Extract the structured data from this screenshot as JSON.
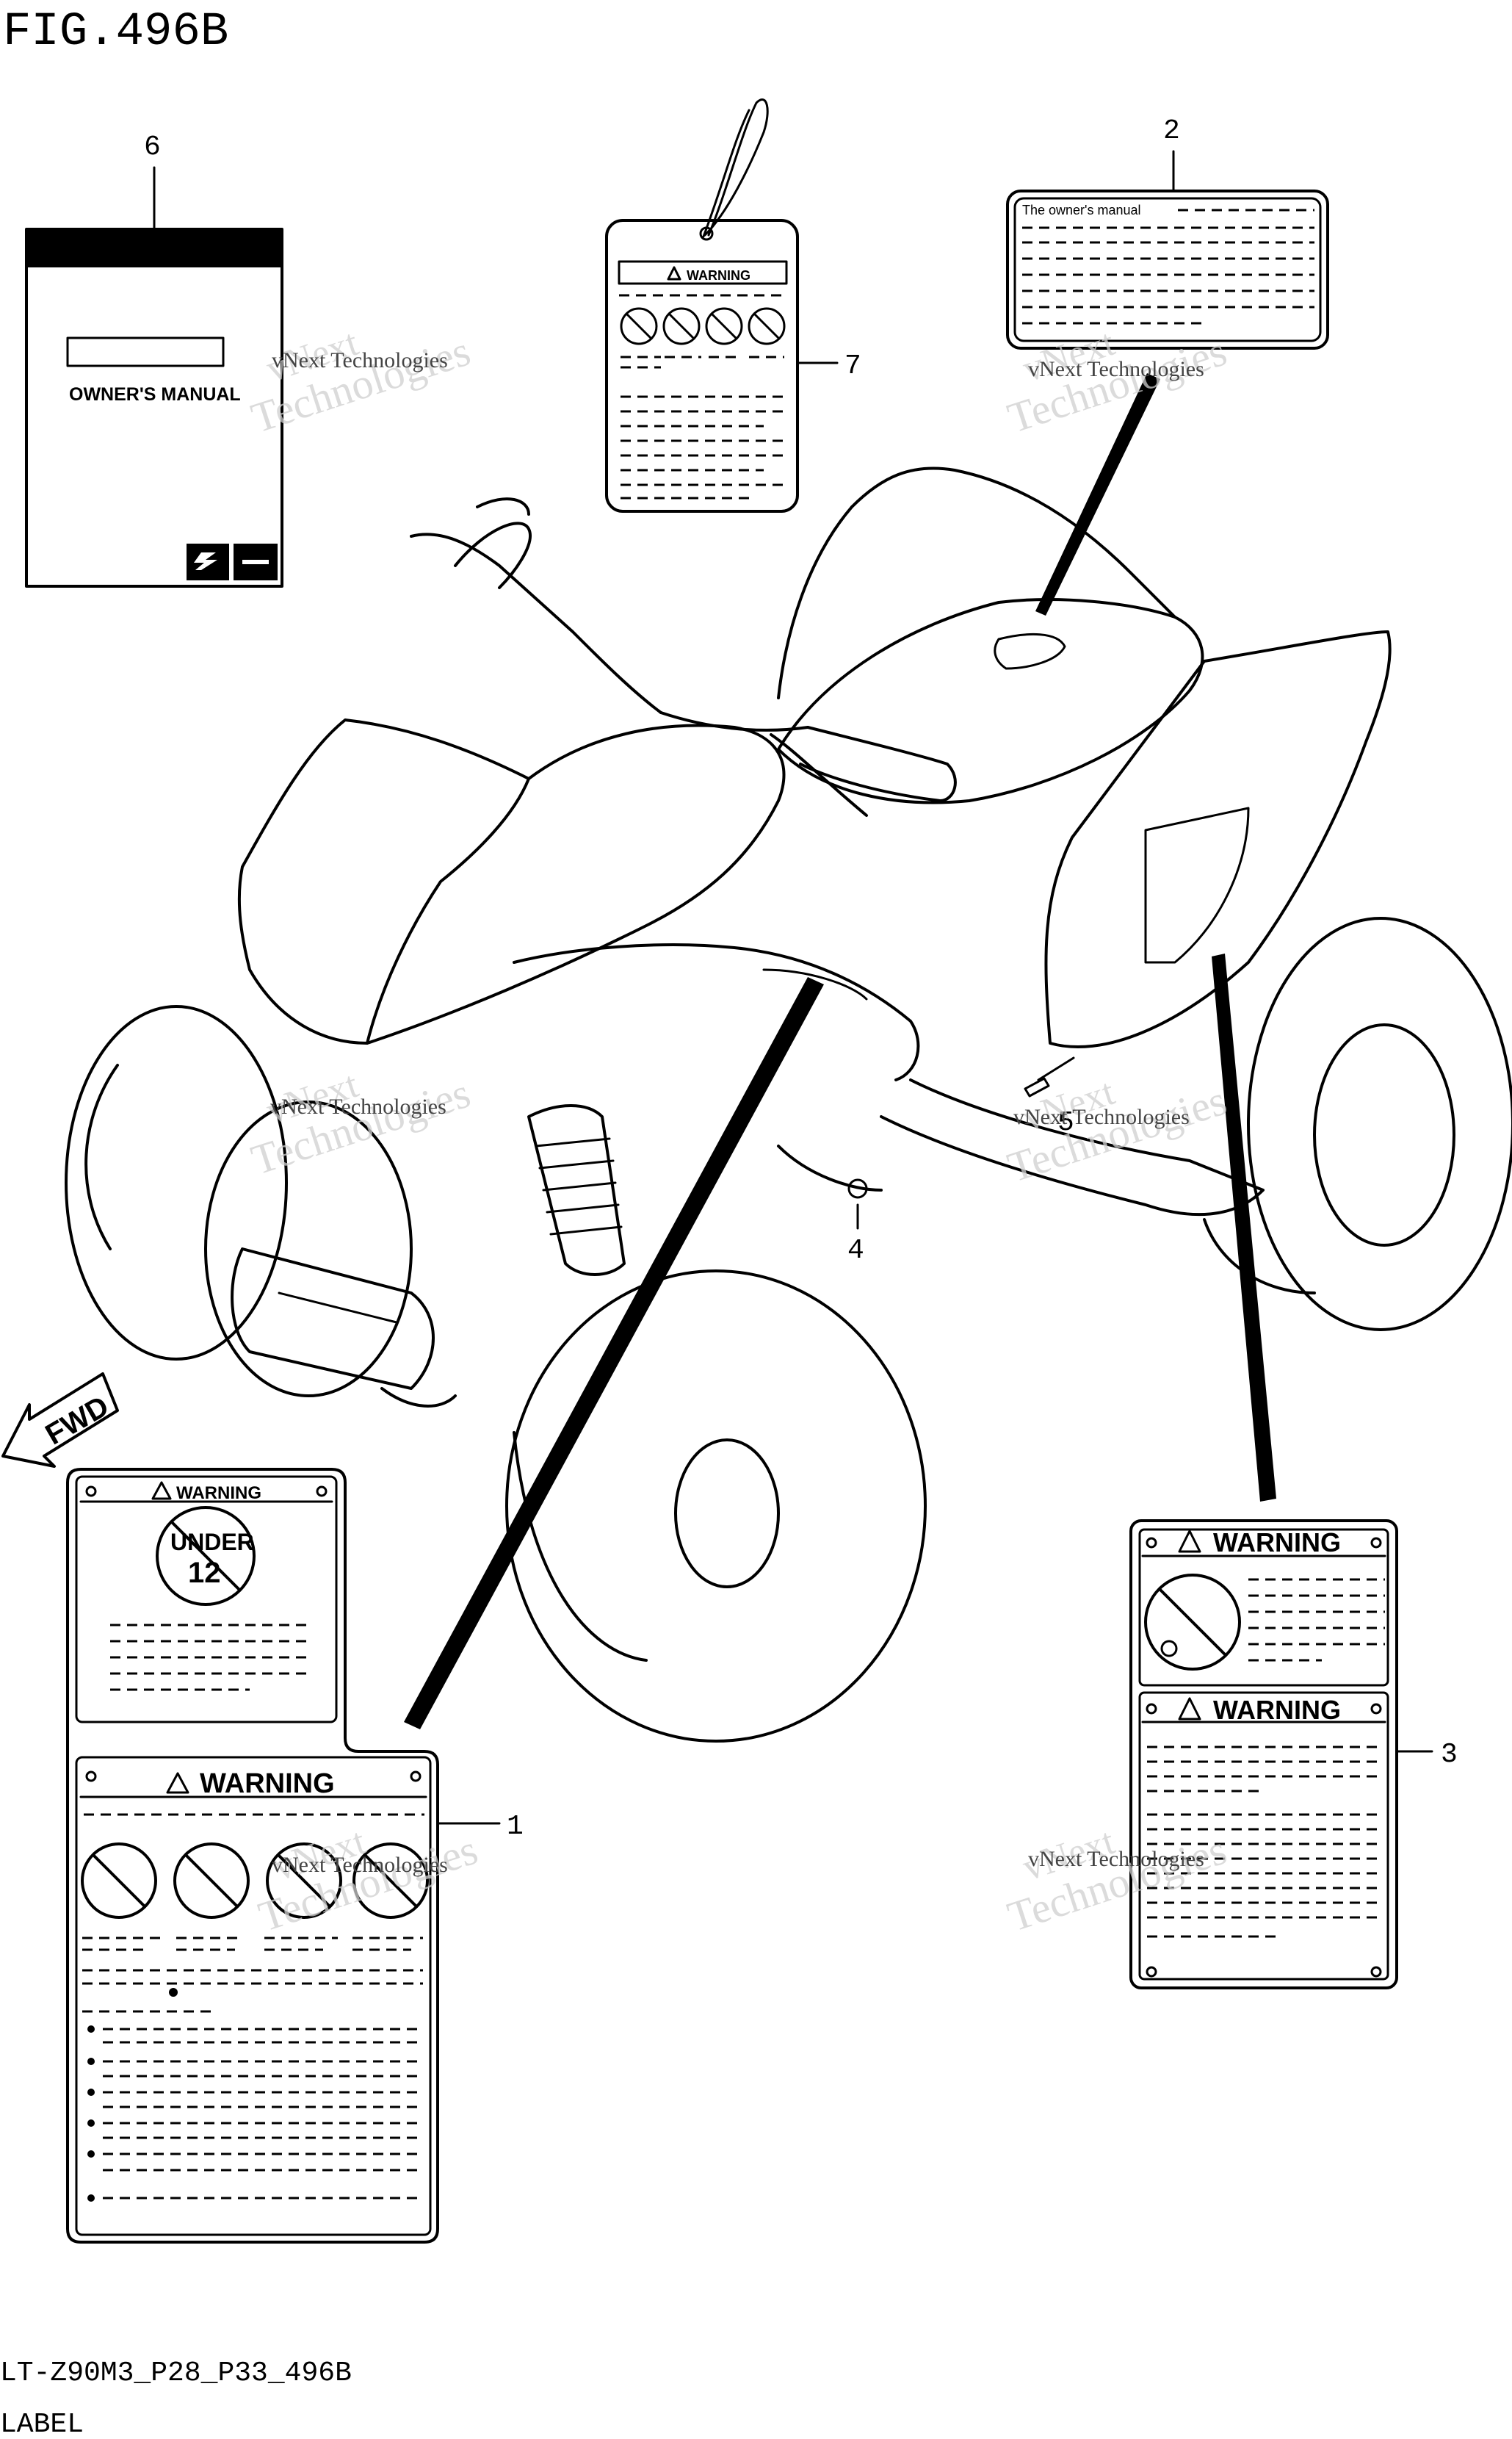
{
  "figure": {
    "title": "FIG.496B",
    "footer_code": "LT-Z90M3_P28_P33_496B",
    "footer_name": "LABEL"
  },
  "callouts": [
    "1",
    "2",
    "3",
    "4",
    "5",
    "6",
    "7"
  ],
  "labels": {
    "owners_manual_book": "OWNER'S MANUAL",
    "owners_manual_label": "The owner's manual",
    "warning": "WARNING",
    "under_age_top": "UNDER",
    "under_age_num": "12",
    "fwd": "FWD"
  },
  "watermark": {
    "line1": "vNext Technologies",
    "line2": "vNext",
    "line3": "Technologies"
  },
  "icons": [
    "warning-triangle-icon",
    "no-symbol-icon",
    "suzuki-logo-icon",
    "fwd-arrow-icon"
  ]
}
